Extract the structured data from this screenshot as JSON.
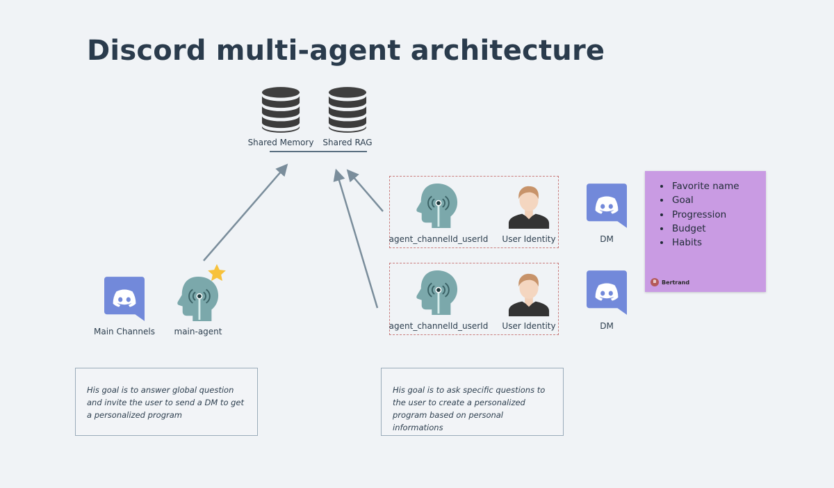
{
  "title": "Discord multi-agent architecture",
  "shared": {
    "memory_label": "Shared Memory",
    "rag_label": "Shared RAG"
  },
  "main": {
    "channels_label": "Main Channels",
    "agent_label": "main-agent",
    "note": "His goal is to answer global question and invite the user to send a DM to get a personalized program"
  },
  "dm_agents": [
    {
      "agent_label": "agent_channelId_userId",
      "identity_label": "User Identity",
      "dm_label": "DM"
    },
    {
      "agent_label": "agent_channelId_userId",
      "identity_label": "User Identity",
      "dm_label": "DM"
    }
  ],
  "dm_note": "His goal is to ask specific questions to the user to create a personalized program based on personal informations",
  "sticky": {
    "items": [
      "Favorite name",
      "Goal",
      "Progression",
      "Budget",
      "Habits"
    ],
    "author": "Bertrand",
    "author_initials": "B"
  },
  "colors": {
    "background": "#f0f3f6",
    "discord": "#7289da",
    "agent_head": "#7ba8ab",
    "sticky": "#c99be3",
    "arrow": "#7a8d9b",
    "dashed_border": "#c97b7b",
    "database": "#3c3c3c",
    "star": "#f7c23c"
  },
  "icons": [
    "database-icon",
    "discord-icon",
    "agent-head-icon",
    "user-avatar-icon",
    "star-icon"
  ]
}
